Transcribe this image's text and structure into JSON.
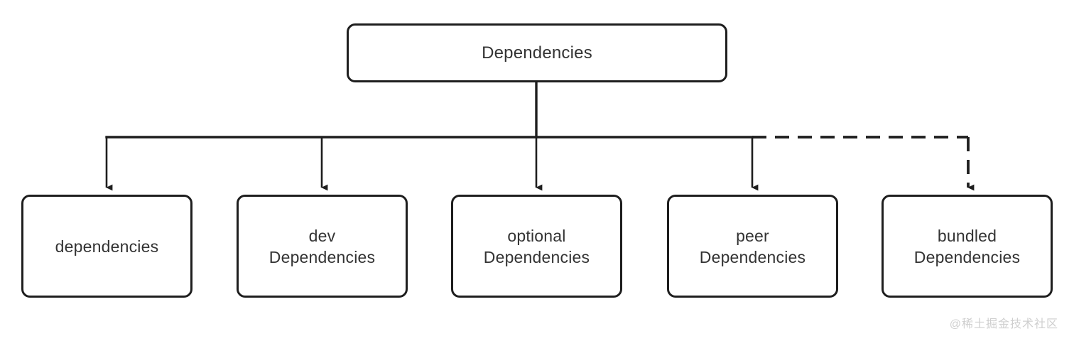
{
  "diagram": {
    "type": "tree",
    "title": "Dependencies",
    "background_color": "#ffffff",
    "node_border_color": "#1e1e1e",
    "node_fill_color": "#ffffff",
    "text_color": "#333333",
    "connector_color": "#1e1e1e",
    "root": {
      "id": "root",
      "label": "Dependencies"
    },
    "children": [
      {
        "id": "dependencies",
        "label": "dependencies",
        "connector_style": "solid"
      },
      {
        "id": "dev-dependencies",
        "label": "dev\nDependencies",
        "connector_style": "solid"
      },
      {
        "id": "optional-dependencies",
        "label": "optional\nDependencies",
        "connector_style": "solid"
      },
      {
        "id": "peer-dependencies",
        "label": "peer\nDependencies",
        "connector_style": "solid"
      },
      {
        "id": "bundled-dependencies",
        "label": "bundled\nDependencies",
        "connector_style": "dashed"
      }
    ]
  },
  "watermark": {
    "text": "@稀土掘金技术社区"
  }
}
